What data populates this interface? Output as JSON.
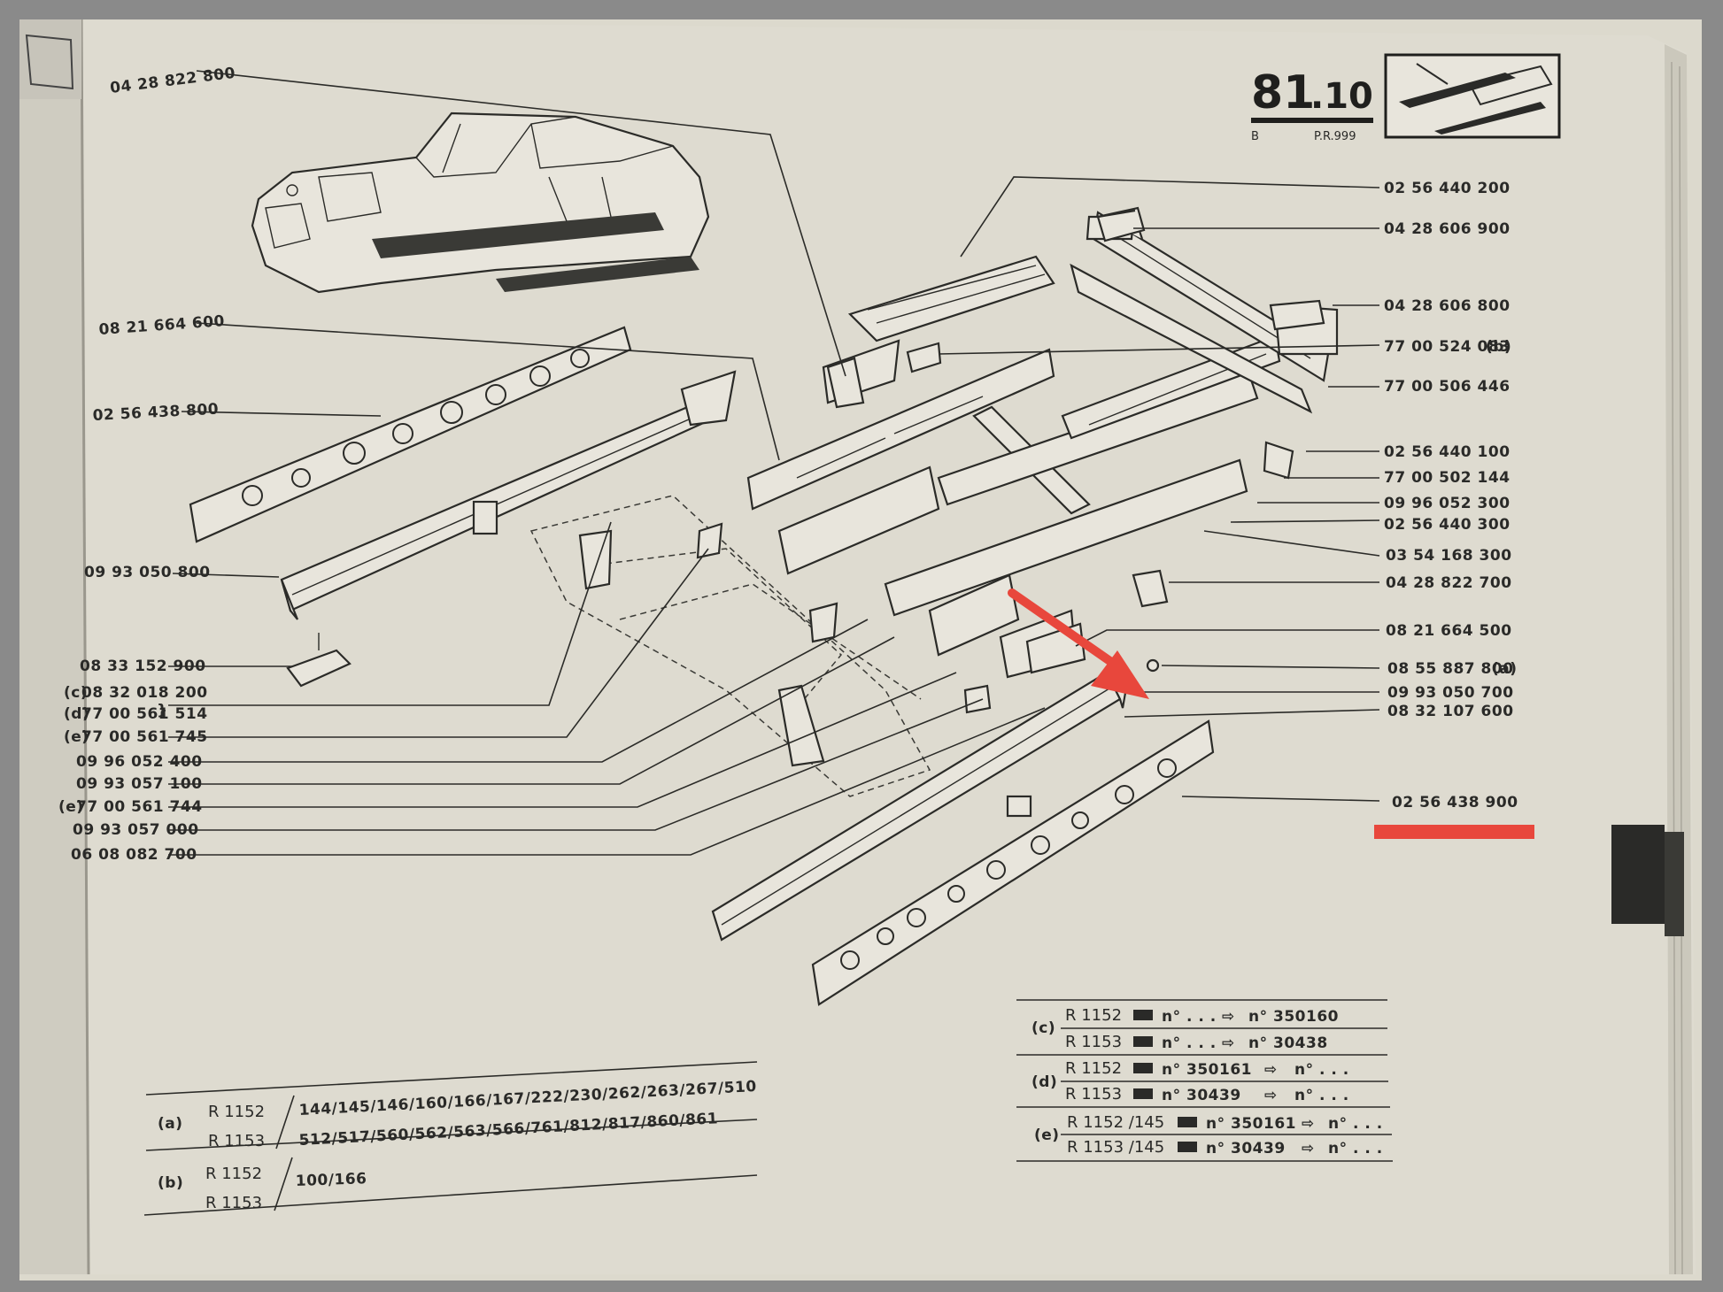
{
  "header": {
    "section_major": "81",
    "section_minor": ".10",
    "section_letter": "B",
    "ref": "P.R.999"
  },
  "left_parts": [
    {
      "code": "04 28 822 800"
    },
    {
      "code": "08 21 664 600"
    },
    {
      "code": "02 56 438 800"
    },
    {
      "code": "09 93 050 800"
    },
    {
      "code": "08 33 152 900"
    },
    {
      "code": "08 32 018 200",
      "tag": "(c)"
    },
    {
      "code": "77 00 561 514",
      "tag": "(d)"
    },
    {
      "code": "77 00 561 745",
      "tag": "(e)"
    },
    {
      "code": "09 96 052 400"
    },
    {
      "code": "09 93 057 100"
    },
    {
      "code": "77 00 561 744",
      "tag": "(e)"
    },
    {
      "code": "09 93 057 000"
    },
    {
      "code": "06 08 082 700"
    }
  ],
  "right_parts": [
    {
      "code": "02 56 440 200"
    },
    {
      "code": "04 28 606 900"
    },
    {
      "code": "04 28 606 800"
    },
    {
      "code": "77 00 524 083",
      "tag": "(b)"
    },
    {
      "code": "77 00 506 446"
    },
    {
      "code": "02 56 440 100"
    },
    {
      "code": "77 00 502 144"
    },
    {
      "code": "09 96 052 300"
    },
    {
      "code": "02 56 440 300"
    },
    {
      "code": "03 54 168 300"
    },
    {
      "code": "04 28 822 700"
    },
    {
      "code": "08 21 664 500"
    },
    {
      "code": "08 55 887 800",
      "tag": "(a)"
    },
    {
      "code": "09 93 050 700"
    },
    {
      "code": "08 32 107 600"
    },
    {
      "code": "02 56 438 900"
    }
  ],
  "notes_left": [
    {
      "key": "(a)",
      "models": [
        "R 1152",
        "R 1153"
      ],
      "lines": [
        "144/145/146/160/166/167/222/230/262/263/267/510",
        "512/517/560/562/563/566/761/812/817/860/861"
      ]
    },
    {
      "key": "(b)",
      "models": [
        "R 1152",
        "R 1153"
      ],
      "lines": [
        "100/166"
      ]
    }
  ],
  "notes_right": [
    {
      "key": "(c)",
      "rows": [
        {
          "model": "R 1152",
          "from": "n° . . .",
          "to": "n° 350160"
        },
        {
          "model": "R 1153",
          "from": "n° . . .",
          "to": "n° 30438"
        }
      ]
    },
    {
      "key": "(d)",
      "rows": [
        {
          "model": "R 1152",
          "from": "n° 350161",
          "to": "n° . . ."
        },
        {
          "model": "R 1153",
          "from": "n° 30439",
          "to": "n° . . ."
        }
      ]
    },
    {
      "key": "(e)",
      "rows": [
        {
          "model": "R 1152 /145",
          "from": "n° 350161",
          "to": "n° . . ."
        },
        {
          "model": "R 1153 /145",
          "from": "n° 30439",
          "to": "n° . . ."
        }
      ]
    }
  ],
  "annotations": {
    "arrow_color": "#e8473c",
    "underline_color": "#e8473c"
  },
  "icons": [
    "chassis-symbol-icon",
    "arrow-right-icon",
    "thumbnail-floor-icon",
    "car-body-illustration"
  ]
}
